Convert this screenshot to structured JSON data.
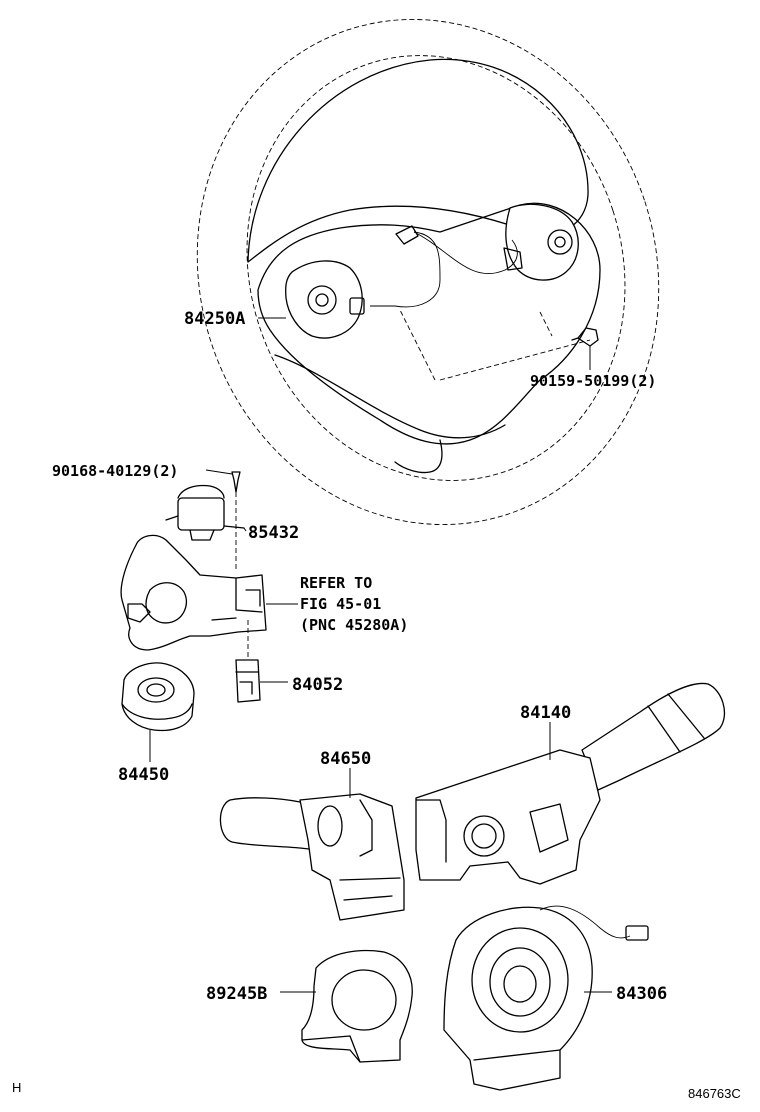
{
  "parts": {
    "steering_wheel": "84250A",
    "bolt_wheel": "90159-50199(2)",
    "screw_switch": "90168-40129(2)",
    "switch_85432": "85432",
    "refer_line1": "REFER TO",
    "refer_line2": "FIG 45-01",
    "refer_line3": "(PNC 45280A)",
    "switch_84052": "84052",
    "switch_84450": "84450",
    "switch_84140": "84140",
    "switch_84650": "84650",
    "sensor_89245B": "89245B",
    "spiral_84306": "84306"
  },
  "footer": {
    "corner_mark": "H",
    "diagram_code": "846763C"
  }
}
